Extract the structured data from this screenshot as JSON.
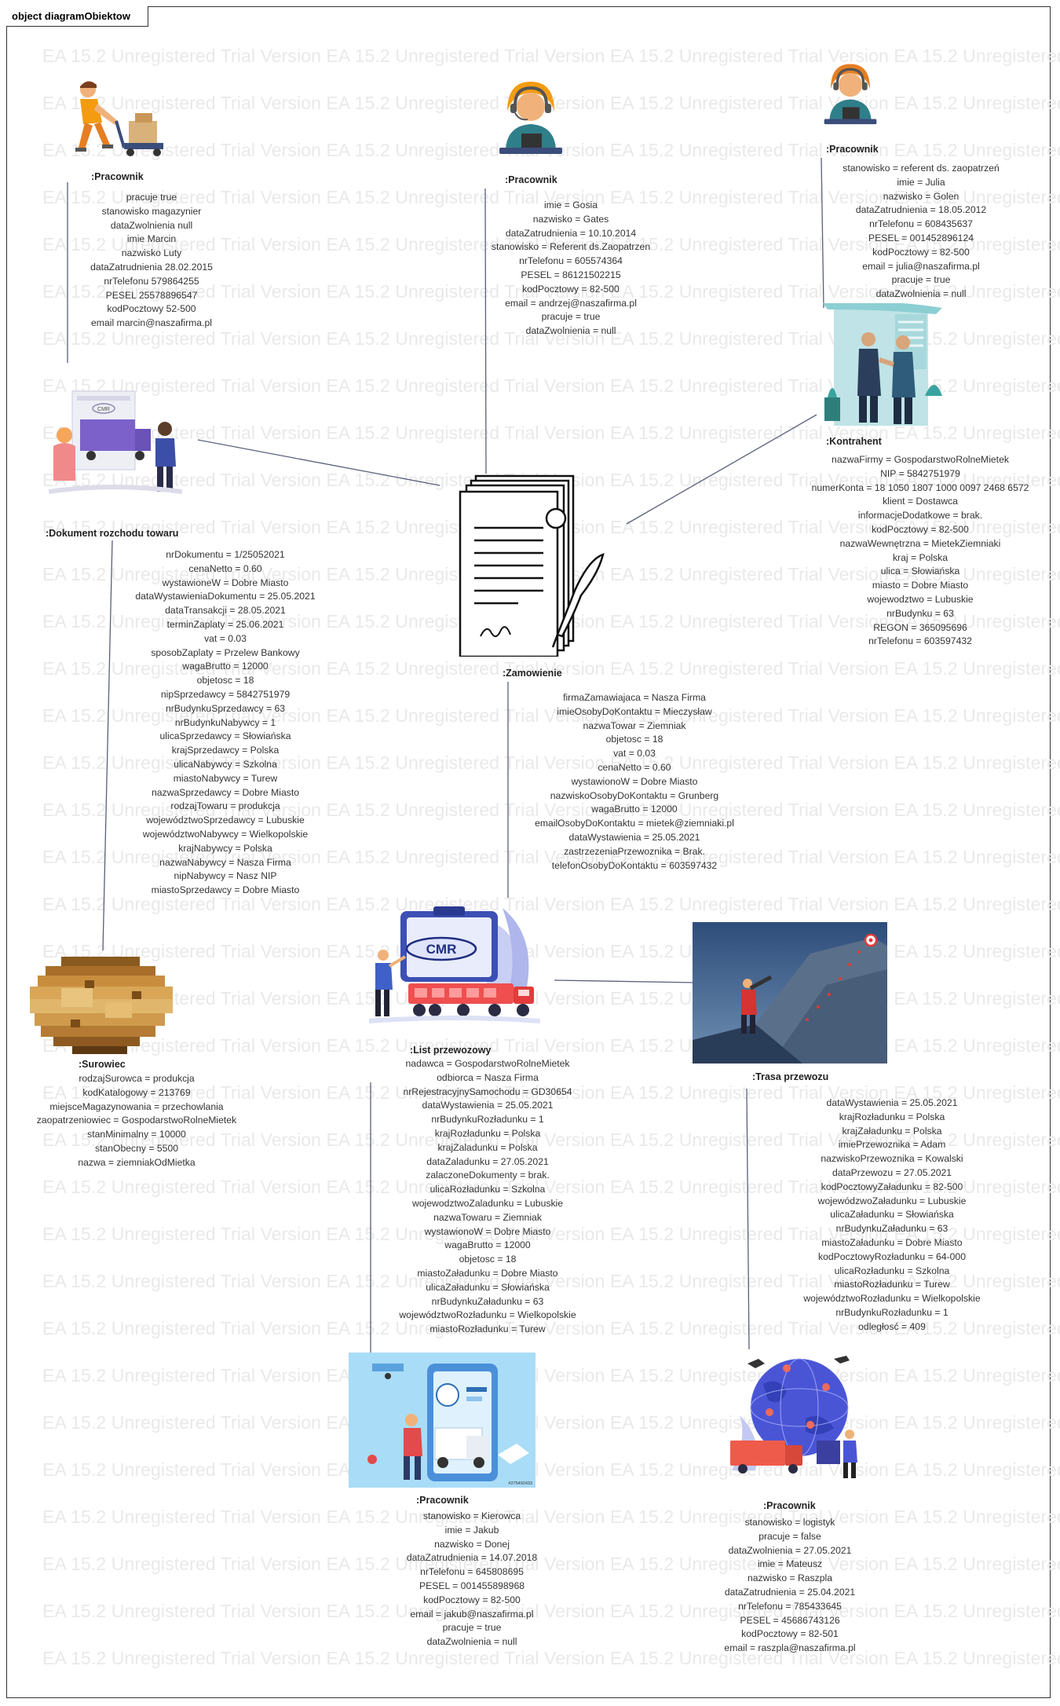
{
  "diagram": {
    "title": "object diagramObiektow"
  },
  "watermark": {
    "text": "EA 15.2 Unregistered Trial Version"
  },
  "objects": {
    "pracownik_marcin": {
      "name": ":Pracownik",
      "attrs": [
        "pracuje true",
        "stanowisko magazynier",
        "dataZwolnienia null",
        "imie Marcin",
        "nazwisko Luty",
        "dataZatrudnienia 28.02.2015",
        "nrTelefonu 579864255",
        "PESEL 25578896547",
        "kodPocztowy 52-500",
        "email marcin@naszafirma.pl"
      ]
    },
    "pracownik_gosia": {
      "name": ":Pracownik",
      "attrs": [
        "imie = Gosia",
        "nazwisko = Gates",
        "dataZatrudnienia = 10.10.2014",
        "stanowisko = Referent ds.Zaopatrzen",
        "nrTelefonu = 605574364",
        "PESEL = 86121502215",
        "kodPocztowy = 82-500",
        "email = andrzej@naszafirma.pl",
        "pracuje = true",
        "dataZwolnienia = null"
      ]
    },
    "pracownik_julia": {
      "name": ":Pracownik",
      "attrs": [
        "stanowisko = referent ds. zaopatrzeń",
        "imie = Julia",
        "nazwisko = Golen",
        "dataZatrudnienia = 18.05.2012",
        "nrTelefonu = 608435637",
        "PESEL = 001452896124",
        "kodPocztowy = 82-500",
        "email = julia@naszafirma.pl",
        "pracuje = true",
        "dataZwolnienia = null"
      ]
    },
    "kontrahent": {
      "name": ":Kontrahent",
      "attrs": [
        "nazwaFirmy = GospodarstwoRolneMietek",
        "NIP = 5842751979",
        "numerKonta = 18 1050 1807 1000 0097 2468 6572",
        "klient = Dostawca",
        "informacjeDodatkowe = brak.",
        "kodPocztowy = 82-500",
        "nazwaWewnętrzna = MietekZiemniaki",
        "kraj = Polska",
        "ulica = Słowiańska",
        "miasto = Dobre Miasto",
        "wojewodztwo = Lubuskie",
        "nrBudynku = 63",
        "REGON = 365095696",
        "nrTelefonu = 603597432"
      ]
    },
    "dokument": {
      "name": ":Dokument rozchodu towaru",
      "attrs": [
        "nrDokumentu = 1/25052021",
        "cenaNetto = 0.60",
        "wystawioneW = Dobre Miasto",
        "dataWystawieniaDokumentu = 25.05.2021",
        "dataTransakcji = 28.05.2021",
        "terminZaplaty = 25.06.2021",
        "vat = 0.03",
        "sposobZaplaty = Przelew Bankowy",
        "wagaBrutto = 12000",
        "objetosc = 18",
        "nipSprzedawcy = 5842751979",
        "nrBudynkuSprzedawcy = 63",
        "nrBudynkuNabywcy = 1",
        "ulicaSprzedawcy = Słowiańska",
        "krajSprzedawcy = Polska",
        "ulicaNabywcy = Szkolna",
        "miastoNabywcy = Turew",
        "nazwaSprzedawcy = Dobre Miasto",
        "rodzajTowaru = produkcja",
        "województwoSprzedawcy = Lubuskie",
        "województwoNabywcy = Wielkopolskie",
        "krajNabywcy = Polska",
        "nazwaNabywcy = Nasza Firma",
        "nipNabywcy = Nasz NIP",
        "miastoSprzedawcy = Dobre Miasto"
      ]
    },
    "zamowienie": {
      "name": ":Zamowienie",
      "attrs": [
        "firmaZamawiajaca = Nasza Firma",
        "imieOsobyDoKontaktu = Mieczysław",
        "nazwaTowar = Ziemniak",
        "objetosc = 18",
        "vat = 0.03",
        "cenaNetto = 0.60",
        "wystawionoW = Dobre Miasto",
        "nazwiskoOsobyDoKontaktu = Grunberg",
        "wagaBrutto = 12000",
        "emailOsobyDoKontaktu = mietek@ziemniaki.pl",
        "dataWystawienia = 25.05.2021",
        "zastrzezeniaPrzewoznika = Brak.",
        "telefonOsobyDoKontaktu = 603597432"
      ]
    },
    "surowiec": {
      "name": ":Surowiec",
      "attrs": [
        "rodzajSurowca = produkcja",
        "kodKatalogowy = 213769",
        "miejsceMagazynowania = przechowlania",
        "zaopatrzeniowiec = GospodarstwoRolneMietek",
        "stanMinimalny = 10000",
        "stanObecny = 5500",
        "nazwa = ziemniakOdMietka"
      ]
    },
    "list": {
      "name": ":List przewozowy",
      "attrs": [
        "nadawca = GospodarstwoRolneMietek",
        "odbiorca = Nasza Firma",
        "nrRejestracyjnySamochodu = GD30654",
        "dataWystawienia = 25.05.2021",
        "nrBudynkuRozładunku = 1",
        "krajRozładunku = Polska",
        "krajZaladunku = Polska",
        "dataZaladunku = 27.05.2021",
        "zalaczoneDokumenty = brak.",
        "ulicaRozładunku = Szkolna",
        "wojewodztwoZaladunku = Lubuskie",
        "nazwaTowaru = Ziemniak",
        "wystawionoW = Dobre Miasto",
        "wagaBrutto = 12000",
        "objetosc = 18",
        "miastoZaładunku = Dobre Miasto",
        "ulicaZaładunku = Słowiańska",
        "nrBudynkuZaładunku = 63",
        "województwoRozładunku = Wielkopolskie",
        "miastoRozładunku = Turew"
      ]
    },
    "trasa": {
      "name": ":Trasa przewozu",
      "attrs": [
        "dataWystawienia = 25.05.2021",
        "krajRozładunku = Polska",
        "krajZaładunku = Polska",
        "imiePrzewoznika = Adam",
        "nazwiskoPrzewoznika = Kowalski",
        "dataPrzewozu = 27.05.2021",
        "kodPocztowyZaładunku = 82-500",
        "wojewódzwoZaładunku = Lubuskie",
        "ulicaZaładunku = Słowiańska",
        "nrBudynkuZaładunku = 63",
        "miastoZaładunku = Dobre Miasto",
        "kodPocztowyRozładunku = 64-000",
        "ulicaRozładunku = Szkolna",
        "miastoRozładunku = Turew",
        "województwoRozładunku = Wielkopolskie",
        "nrBudynkuRozładunku = 1",
        "odległosć = 409"
      ]
    },
    "pracownik_jakub": {
      "name": ":Pracownik",
      "attrs": [
        "stanowisko = Kierowca",
        "imie = Jakub",
        "nazwisko = Donej",
        "dataZatrudnienia = 14.07.2018",
        "nrTelefonu = 645808695",
        "PESEL = 001455898968",
        "kodPocztowy = 82-500",
        "email = jakub@naszafirma.pl",
        "pracuje = true",
        "dataZwolnienia = null"
      ]
    },
    "pracownik_mateusz": {
      "name": ":Pracownik",
      "attrs": [
        "stanowisko = logistyk",
        "pracuje = false",
        "dataZwolnienia = 27.05.2021",
        "imie = Mateusz",
        "nazwisko = Raszpla",
        "dataZatrudnienia = 25.04.2021",
        "nrTelefonu = 785433645",
        "PESEL = 45686743126",
        "kodPocztowy = 82-501",
        "email = raszpla@naszafirma.pl"
      ]
    }
  },
  "image_labels": {
    "cmr_badge": "CMR",
    "cmr_small": "CMR",
    "stock_id": "#275492433"
  },
  "colors": {
    "link": "#5a5f7a",
    "watermark": "#e9e9e9",
    "frame": "#333333"
  }
}
